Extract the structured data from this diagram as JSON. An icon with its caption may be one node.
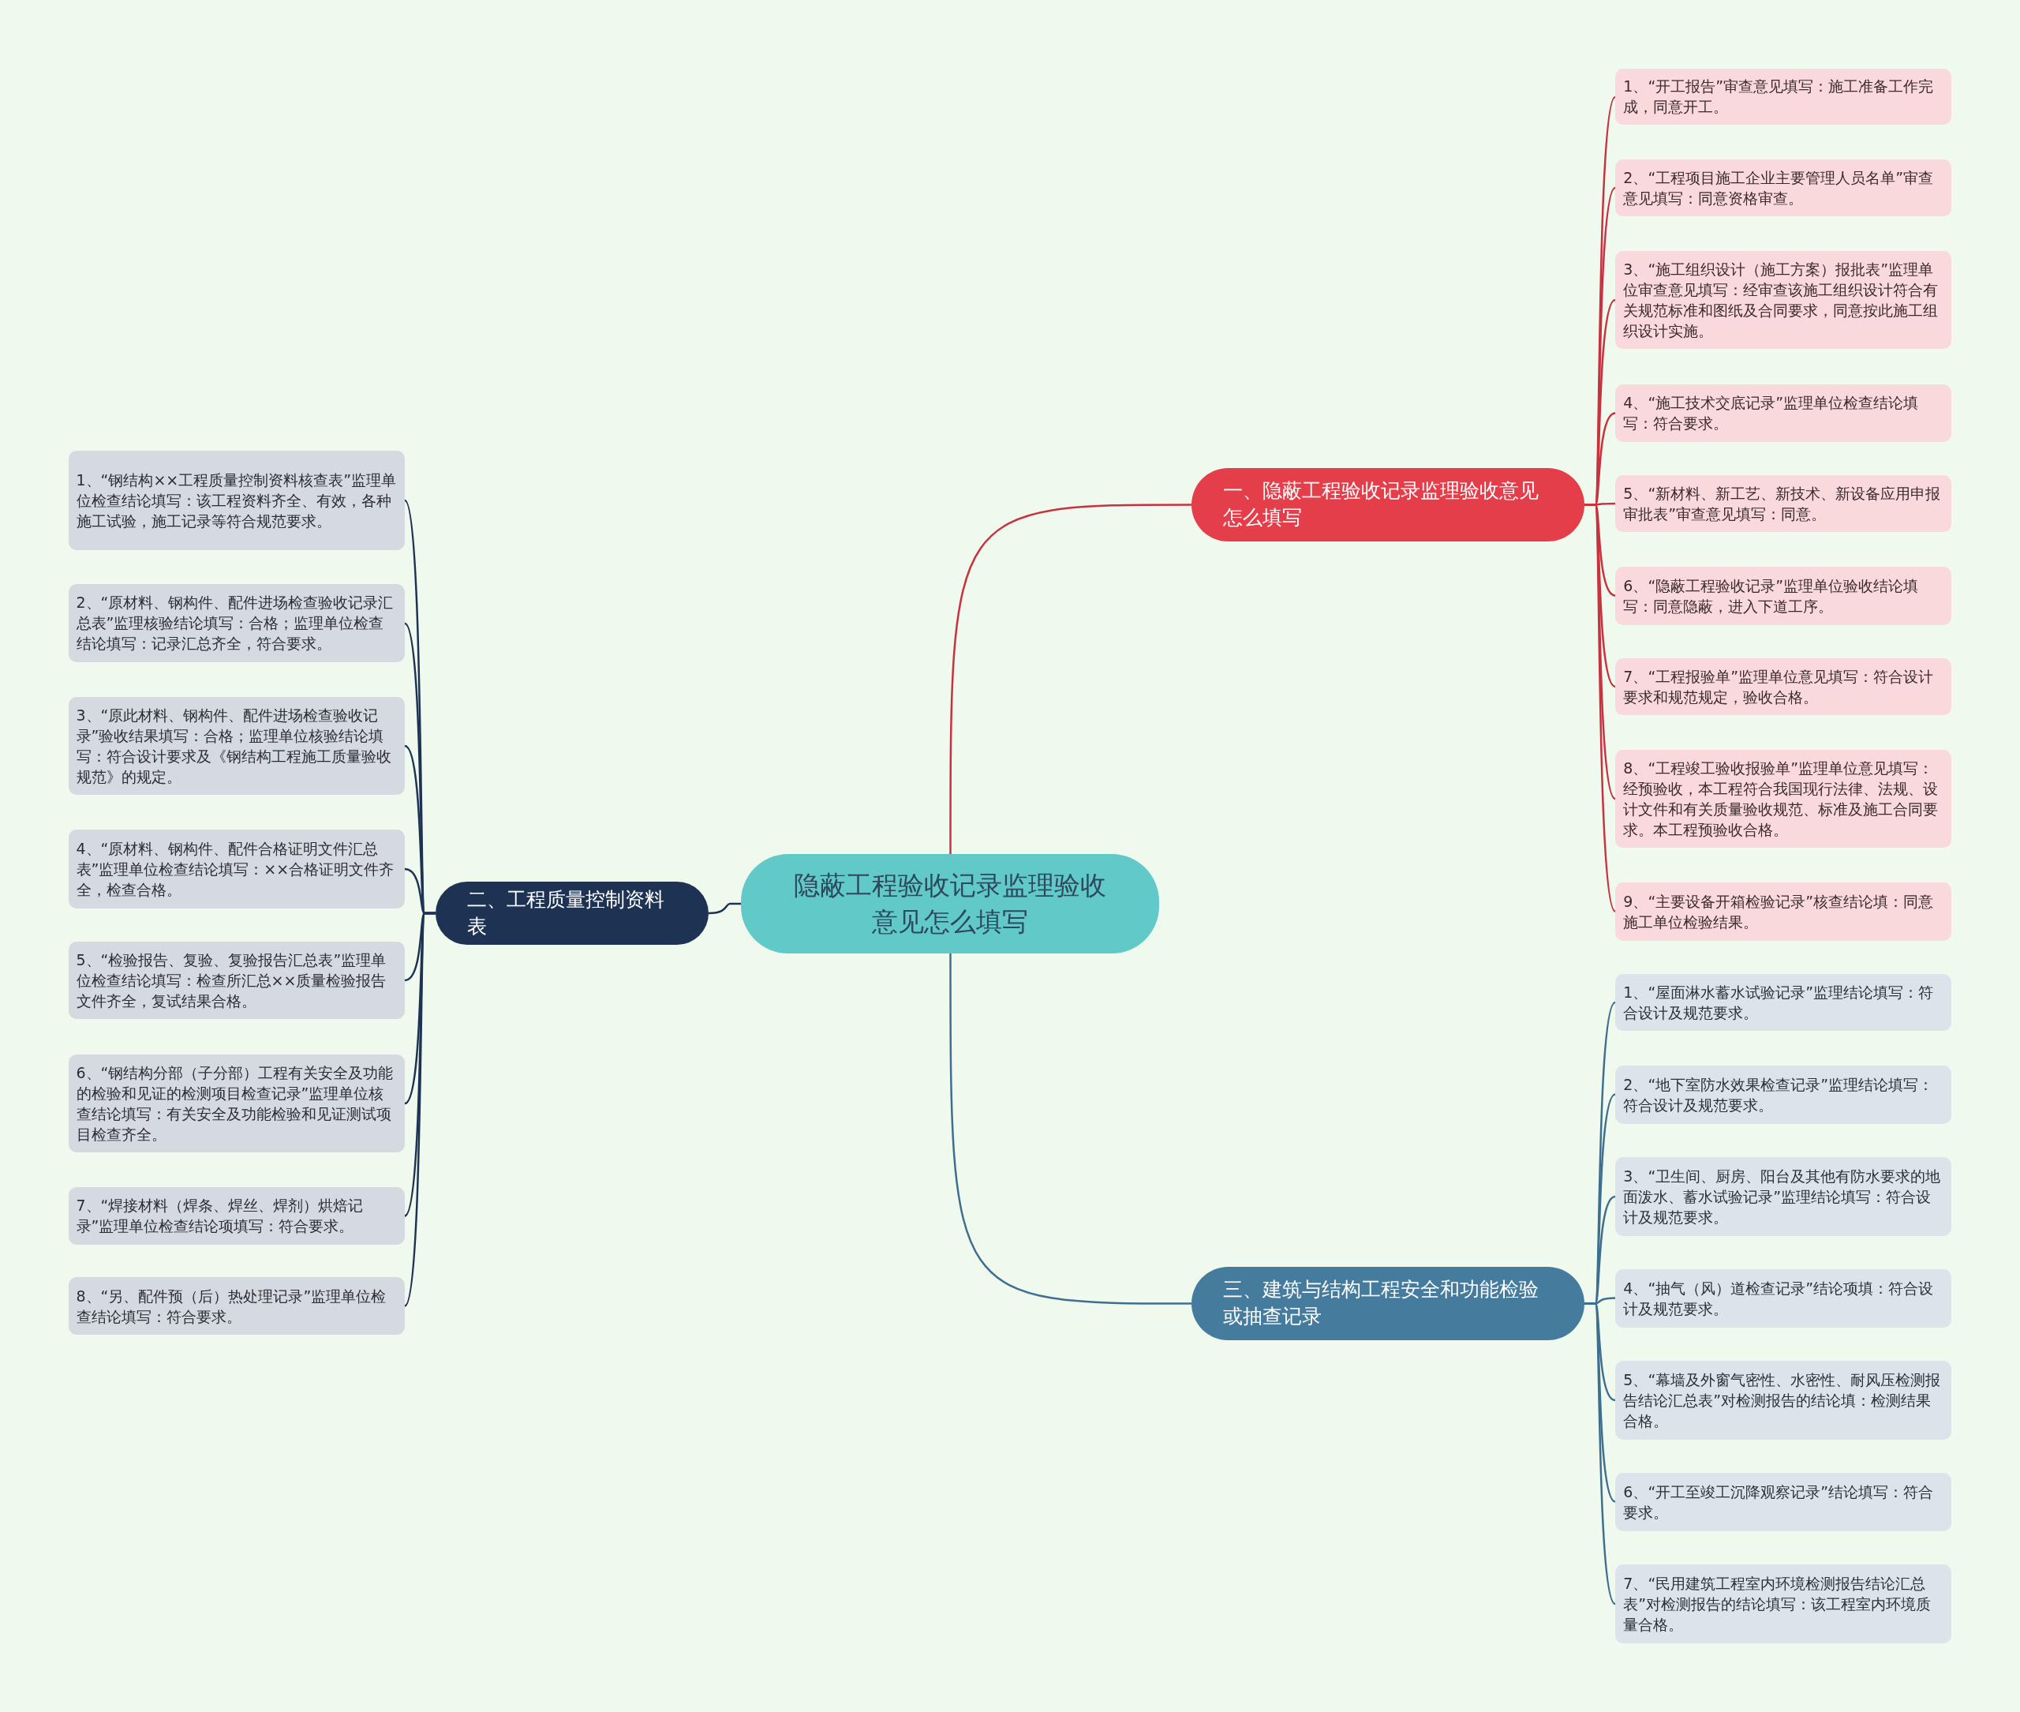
{
  "diagram": {
    "nodes": [
      {
        "text": [
          "隐蔽工程验收记录监理验收意见怎么填写"
        ]
      },
      {
        "text": [
          "一、隐蔽工程验收记录监理验收意见怎么填写"
        ]
      },
      {
        "text": [
          "1、“开工报告”审查意见填写：施工准备工作完成，同意开工。"
        ]
      },
      {
        "text": [
          "2、“工程项目施工企业主要管理人员名单”审查意见填写：同意资格审查。"
        ]
      },
      {
        "text": [
          "3、“施工组织设计（施工方案）报批表”监理单位审查意见填写：经审查该施工组织设计符合有关规范标准和图纸及合同要求，同意按此施工组织设计实施。"
        ]
      },
      {
        "text": [
          "4、“施工技术交底记录”监理单位检查结论填写：符合要求。"
        ]
      },
      {
        "text": [
          "5、“新材料、新工艺、新技术、新设备应用申报审批表”审查意见填写：同意。"
        ]
      },
      {
        "text": [
          "6、“隐蔽工程验收记录”监理单位验收结论填写：同意隐蔽，进入下道工序。"
        ]
      },
      {
        "text": [
          "7、“工程报验单”监理单位意见填写：符合设计要求和规范规定，验收合格。"
        ]
      },
      {
        "text": [
          "8、“工程竣工验收报验单”监理单位意见填写：经预验收，本工程符合我国现行法律、法规、设计文件和有关质量验收规范、标准及施工合同要求。本工程预验收合格。"
        ]
      },
      {
        "text": [
          "9、“主要设备开箱检验记录”核查结论填：同意施工单位检验结果。"
        ]
      },
      {
        "text": [
          "二、工程质量控制资料表"
        ]
      },
      {
        "text": [
          "1、“钢结构××工程质量控制资料核查表”监理单位检查结论填写：该工程资料齐全、有效，各种施工试验，施工记录等符合规范要求。"
        ]
      },
      {
        "text": [
          "2、“原材料、钢构件、配件进场检查验收记录汇总表”监理核验结论填写：合格；监理单位检查结论填写：记录汇总齐全，符合要求。"
        ]
      },
      {
        "text": [
          "3、“原此材料、钢构件、配件进场检查验收记录”验收结果填写：合格；监理单位核验结论填写：符合设计要求及《钢结构工程施工质量验收规范》的规定。"
        ]
      },
      {
        "text": [
          "4、“原材料、钢构件、配件合格证明文件汇总表”监理单位检查结论填写：××合格证明文件齐全，检查合格。"
        ]
      },
      {
        "text": [
          "5、“检验报告、复验、复验报告汇总表”监理单位检查结论填写：检查所汇总××质量检验报告文件齐全，复试结果合格。"
        ]
      },
      {
        "text": [
          "6、“钢结构分部（子分部）工程有关安全及功能的检验和见证的检测项目检查记录”监理单位核查结论填写：有关安全及功能检验和见证测试项目检查齐全。"
        ]
      },
      {
        "text": [
          "7、“焊接材料（焊条、焊丝、焊剂）烘焙记录”监理单位检查结论项填写：符合要求。"
        ]
      },
      {
        "text": [
          "8、“另、配件预（后）热处理记录”监理单位检查结论填写：符合要求。"
        ]
      },
      {
        "text": [
          "三、建筑与结构工程安全和功能检验或抽查记录"
        ]
      },
      {
        "text": [
          "1、“屋面淋水蓄水试验记录”监理结论填写：符合设计及规范要求。"
        ]
      },
      {
        "text": [
          "2、“地下室防水效果检查记录”监理结论填写：符合设计及规范要求。"
        ]
      },
      {
        "text": [
          "3、“卫生间、厨房、阳台及其他有防水要求的地面泼水、蓄水试验记录”监理结论填写：符合设计及规范要求。"
        ]
      },
      {
        "text": [
          "4、“抽气（风）道检查记录”结论项填：符合设计及规范要求。"
        ]
      },
      {
        "text": [
          "5、“幕墙及外窗气密性、水密性、耐风压检测报告结论汇总表”对检测报告的结论填：检测结果合格。"
        ]
      },
      {
        "text": [
          "6、“开工至竣工沉降观察记录”结论填写：符合要求。"
        ]
      },
      {
        "text": [
          "7、“民用建筑工程室内环境检测报告结论汇总表”对检测报告的结论填写：该工程室内环境质量合格。"
        ]
      }
    ],
    "edges": [
      {
        "from": 0,
        "to": 1,
        "arrow": "none",
        "color": "#c8323e"
      },
      {
        "from": 1,
        "to": 2,
        "arrow": "none",
        "color": "#c8323e"
      },
      {
        "from": 1,
        "to": 3,
        "arrow": "none",
        "color": "#c8323e"
      },
      {
        "from": 1,
        "to": 4,
        "arrow": "none",
        "color": "#c8323e"
      },
      {
        "from": 1,
        "to": 5,
        "arrow": "none",
        "color": "#c8323e"
      },
      {
        "from": 1,
        "to": 6,
        "arrow": "none",
        "color": "#c8323e"
      },
      {
        "from": 1,
        "to": 7,
        "arrow": "none",
        "color": "#c8323e"
      },
      {
        "from": 1,
        "to": 8,
        "arrow": "none",
        "color": "#c8323e"
      },
      {
        "from": 1,
        "to": 9,
        "arrow": "none",
        "color": "#c8323e"
      },
      {
        "from": 1,
        "to": 10,
        "arrow": "none",
        "color": "#c8323e"
      },
      {
        "from": 0,
        "to": 11,
        "arrow": "none",
        "color": "#1e3354"
      },
      {
        "from": 11,
        "to": 12,
        "arrow": "none",
        "color": "#1e3354"
      },
      {
        "from": 11,
        "to": 13,
        "arrow": "none",
        "color": "#1e3354"
      },
      {
        "from": 11,
        "to": 14,
        "arrow": "none",
        "color": "#1e3354"
      },
      {
        "from": 11,
        "to": 15,
        "arrow": "none",
        "color": "#1e3354"
      },
      {
        "from": 11,
        "to": 16,
        "arrow": "none",
        "color": "#1e3354"
      },
      {
        "from": 11,
        "to": 17,
        "arrow": "none",
        "color": "#1e3354"
      },
      {
        "from": 11,
        "to": 18,
        "arrow": "none",
        "color": "#1e3354"
      },
      {
        "from": 11,
        "to": 19,
        "arrow": "none",
        "color": "#1e3354"
      },
      {
        "from": 0,
        "to": 20,
        "arrow": "none",
        "color": "#3f6f8e"
      },
      {
        "from": 20,
        "to": 21,
        "arrow": "none",
        "color": "#3f6f8e"
      },
      {
        "from": 20,
        "to": 22,
        "arrow": "none",
        "color": "#3f6f8e"
      },
      {
        "from": 20,
        "to": 23,
        "arrow": "none",
        "color": "#3f6f8e"
      },
      {
        "from": 20,
        "to": 24,
        "arrow": "none",
        "color": "#3f6f8e"
      },
      {
        "from": 20,
        "to": 25,
        "arrow": "none",
        "color": "#3f6f8e"
      },
      {
        "from": 20,
        "to": 26,
        "arrow": "none",
        "color": "#3f6f8e"
      },
      {
        "from": 20,
        "to": 27,
        "arrow": "none",
        "color": "#3f6f8e"
      }
    ]
  }
}
